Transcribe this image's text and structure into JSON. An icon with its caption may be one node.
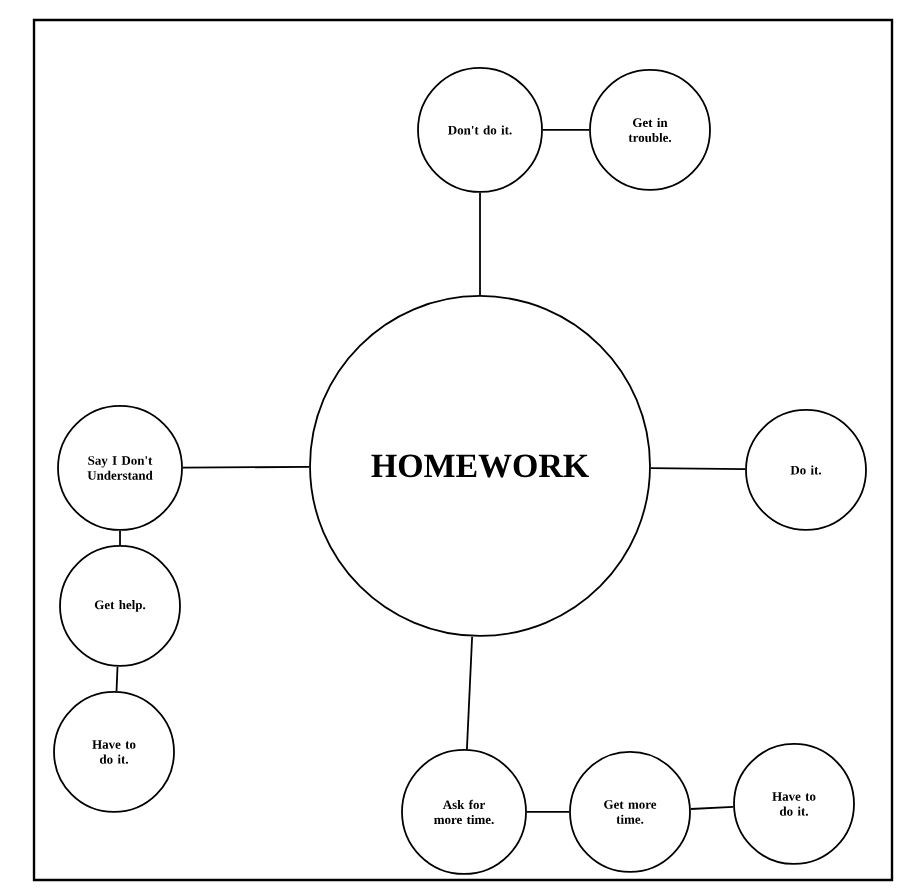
{
  "diagram": {
    "nodes": [
      {
        "text": [
          "HOMEWORK"
        ]
      },
      {
        "text": [
          "Don't do it."
        ]
      },
      {
        "text": [
          "Get in trouble."
        ]
      },
      {
        "text": [
          "Do it."
        ]
      },
      {
        "text": [
          "Say I Don't Understand"
        ]
      },
      {
        "text": [
          "Get help."
        ]
      },
      {
        "text": [
          "Have to do it."
        ]
      },
      {
        "text": [
          "Ask for more time."
        ]
      },
      {
        "text": [
          "Get more time."
        ]
      },
      {
        "text": [
          "Have to do it."
        ]
      }
    ],
    "edges": [
      {
        "from": 0,
        "to": 1,
        "arrow": "none"
      },
      {
        "from": 1,
        "to": 2,
        "arrow": "none"
      },
      {
        "from": 0,
        "to": 3,
        "arrow": "none"
      },
      {
        "from": 0,
        "to": 4,
        "arrow": "none"
      },
      {
        "from": 4,
        "to": 5,
        "arrow": "none"
      },
      {
        "from": 5,
        "to": 6,
        "arrow": "none"
      },
      {
        "from": 0,
        "to": 7,
        "arrow": "none"
      },
      {
        "from": 7,
        "to": 8,
        "arrow": "none"
      },
      {
        "from": 8,
        "to": 9,
        "arrow": "none"
      }
    ]
  }
}
